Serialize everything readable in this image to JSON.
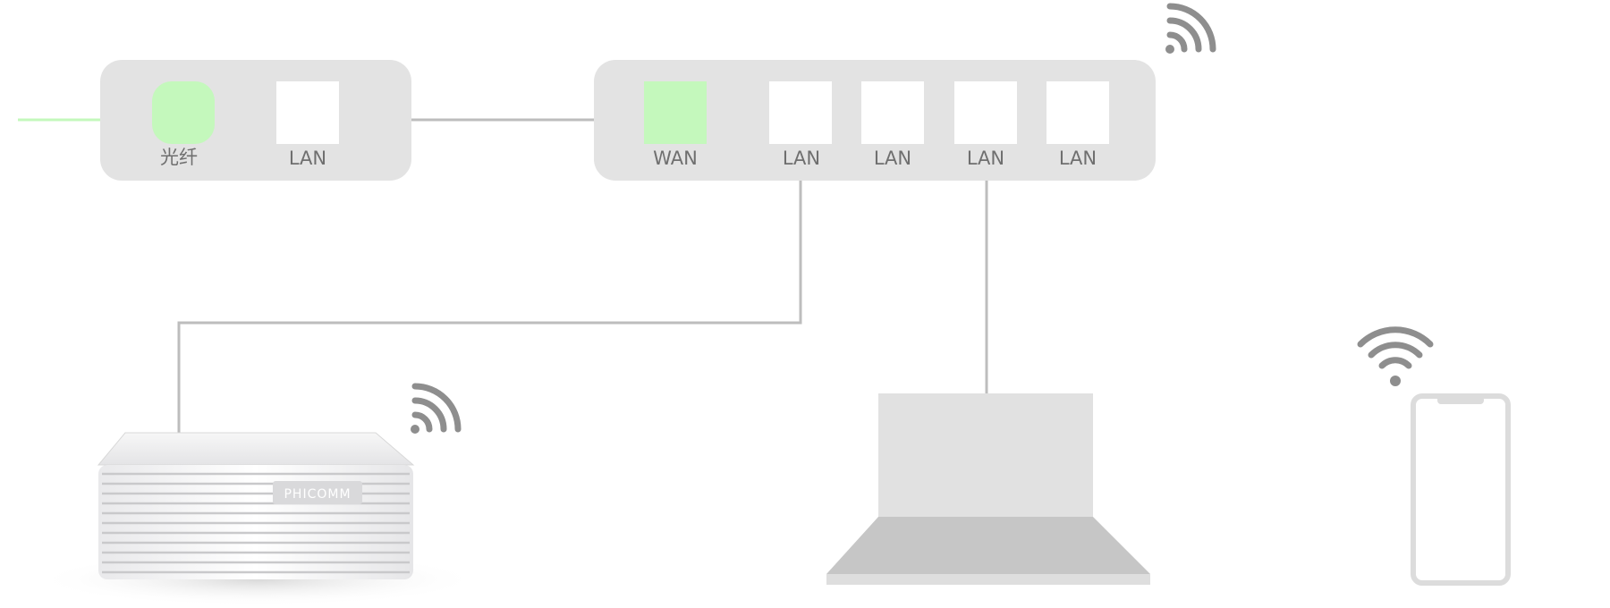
{
  "modem": {
    "fiber_port_label": "光纤",
    "lan_port_label": "LAN"
  },
  "router": {
    "wan_port_label": "WAN",
    "lan_port_labels": [
      "LAN",
      "LAN",
      "LAN",
      "LAN"
    ]
  },
  "extender": {
    "brand_label": "PHICOMM"
  },
  "colors": {
    "panel": "#e3e3e3",
    "fiber_green": "#c4f8bc",
    "cable_gray": "#bdbdbd",
    "wifi_gray": "#8e8e8e",
    "laptop_screen": "#e1e1e1",
    "laptop_base": "#c6c6c6",
    "phone_outline": "#dcdcdc"
  },
  "icons": [
    "wifi-icon",
    "laptop-icon",
    "smartphone-icon",
    "wifi-extender-icon"
  ]
}
